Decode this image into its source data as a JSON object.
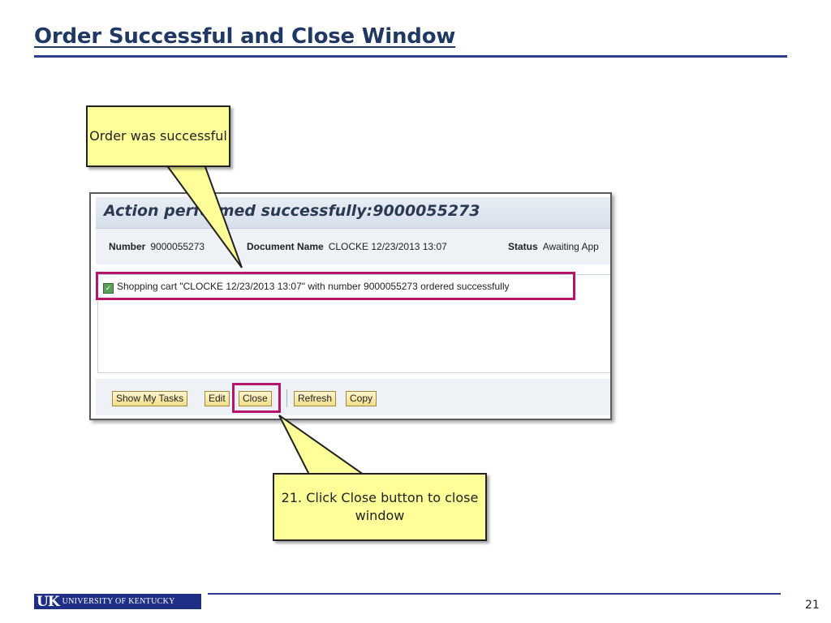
{
  "slide": {
    "title": "Order Successful and Close Window",
    "page_number": "21",
    "footer_logo_mark": "UK",
    "footer_logo_text": "UNIVERSITY OF KENTUCKY"
  },
  "sap": {
    "header": "Action performed successfully:9000055273",
    "info": {
      "number_label": "Number",
      "number_value": "9000055273",
      "docname_label": "Document Name",
      "docname_value": "CLOCKE 12/23/2013 13:07",
      "status_label": "Status",
      "status_value": "Awaiting App"
    },
    "message": "Shopping cart \"CLOCKE 12/23/2013 13:07\" with number 9000055273 ordered successfully",
    "buttons": {
      "show_my_tasks": "Show My Tasks",
      "edit": "Edit",
      "close": "Close",
      "refresh": "Refresh",
      "copy": "Copy"
    }
  },
  "callouts": {
    "order_success": "Order was successful",
    "click_close": "21. Click Close button to close window"
  },
  "colors": {
    "highlight": "#b5166b",
    "callout_fill": "#ffff9a",
    "title": "#1f3864",
    "rule": "#2e3d8f"
  }
}
